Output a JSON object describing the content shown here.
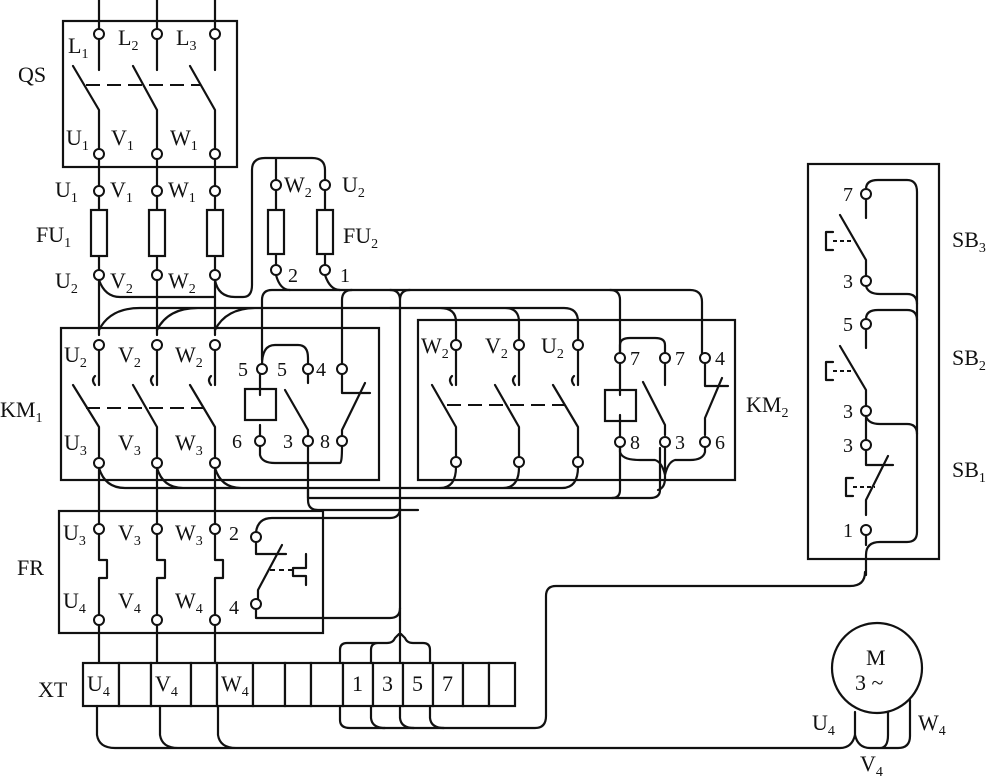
{
  "components": {
    "QS": {
      "label": "QS",
      "sub": "",
      "terminals_in": [
        "L1",
        "L2",
        "L3"
      ],
      "terminals_out": [
        "U1",
        "V1",
        "W1"
      ]
    },
    "FU1": {
      "label": "FU",
      "sub": "1",
      "terminals_in": [
        "U1",
        "V1",
        "W1"
      ],
      "terminals_out": [
        "U2",
        "V2",
        "W2"
      ]
    },
    "FU2": {
      "label": "FU",
      "sub": "2",
      "terminals_in": [
        "W2",
        "U2"
      ],
      "terminals_out": [
        "2",
        "1"
      ]
    },
    "KM1": {
      "label": "KM",
      "sub": "1",
      "main_in": [
        "U2",
        "V2",
        "W2"
      ],
      "main_out": [
        "U3",
        "V3",
        "W3"
      ],
      "aux_top": [
        "5",
        "5",
        "4"
      ],
      "aux_bottom": [
        "6",
        "3",
        "8"
      ]
    },
    "KM2": {
      "label": "KM",
      "sub": "2",
      "main_in": [
        "W2",
        "V2",
        "U2"
      ],
      "aux_top": [
        "7",
        "7",
        "4"
      ],
      "aux_bottom": [
        "8",
        "3",
        "6"
      ]
    },
    "FR": {
      "label": "FR",
      "sub": "",
      "main_in": [
        "U3",
        "V3",
        "W3"
      ],
      "main_out": [
        "U4",
        "V4",
        "W4"
      ],
      "aux": [
        "2",
        "4"
      ]
    },
    "SB1": {
      "label": "SB",
      "sub": "1",
      "terminals": [
        "3",
        "1"
      ]
    },
    "SB2": {
      "label": "SB",
      "sub": "2",
      "terminals": [
        "5",
        "3"
      ]
    },
    "SB3": {
      "label": "SB",
      "sub": "3",
      "terminals": [
        "7",
        "3"
      ]
    },
    "XT": {
      "label": "XT",
      "cells": [
        "U4",
        "",
        "V4",
        "",
        "W4",
        "",
        "",
        "",
        "1",
        "3",
        "5",
        "7",
        "",
        ""
      ]
    },
    "M": {
      "label": "M",
      "spec": "3 ~",
      "terminals": [
        "U4",
        "V4",
        "W4"
      ]
    }
  },
  "labels": {
    "L1": {
      "main": "L",
      "sub": "1"
    },
    "L2": {
      "main": "L",
      "sub": "2"
    },
    "L3": {
      "main": "L",
      "sub": "3"
    },
    "U1": {
      "main": "U",
      "sub": "1"
    },
    "V1": {
      "main": "V",
      "sub": "1"
    },
    "W1": {
      "main": "W",
      "sub": "1"
    },
    "U2": {
      "main": "U",
      "sub": "2"
    },
    "V2": {
      "main": "V",
      "sub": "2"
    },
    "W2": {
      "main": "W",
      "sub": "2"
    },
    "U3": {
      "main": "U",
      "sub": "3"
    },
    "V3": {
      "main": "V",
      "sub": "3"
    },
    "W3": {
      "main": "W",
      "sub": "3"
    },
    "U4": {
      "main": "U",
      "sub": "4"
    },
    "V4": {
      "main": "V",
      "sub": "4"
    },
    "W4": {
      "main": "W",
      "sub": "4"
    }
  },
  "wire_numbers": {
    "n1": "1",
    "n2": "2",
    "n3": "3",
    "n4": "4",
    "n5": "5",
    "n6": "6",
    "n7": "7",
    "n8": "8"
  },
  "colors": {
    "line": "#111111",
    "background": "#ffffff"
  }
}
